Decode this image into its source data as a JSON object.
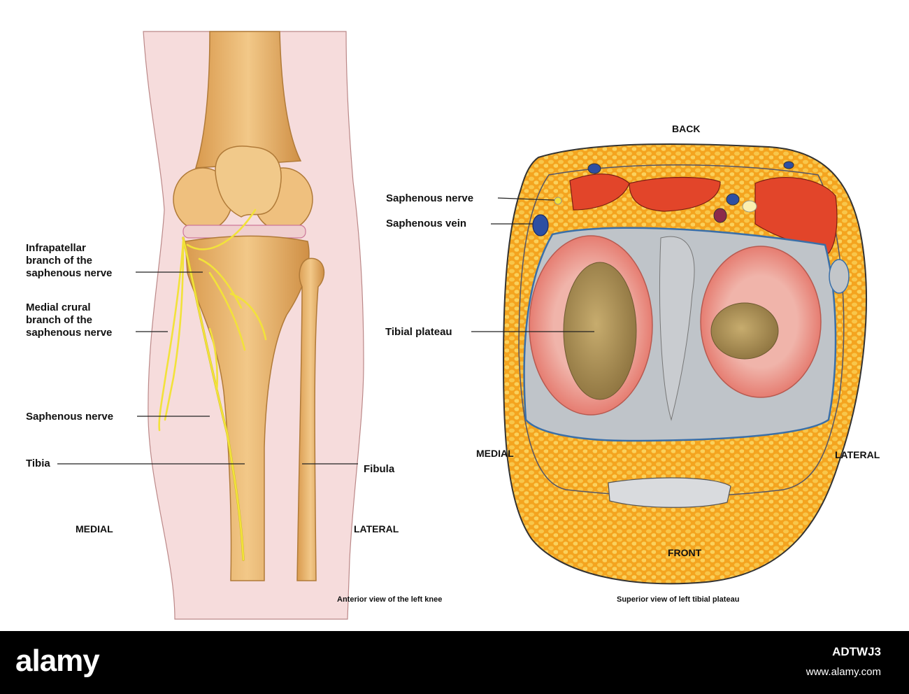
{
  "left_view": {
    "caption": "Anterior view of the left knee",
    "medial": "MEDIAL",
    "lateral": "LATERAL",
    "labels": {
      "infrapatellar_1": "Infrapatellar",
      "infrapatellar_2": "branch of the",
      "infrapatellar_3": "saphenous nerve",
      "medial_crural_1": "Medial crural",
      "medial_crural_2": "branch of the",
      "medial_crural_3": "saphenous nerve",
      "saphenous_nerve": "Saphenous nerve",
      "tibia": "Tibia",
      "fibula": "Fibula"
    }
  },
  "right_view": {
    "caption": "Superior view of left tibial plateau",
    "back": "BACK",
    "front": "FRONT",
    "medial": "MEDIAL",
    "lateral": "LATERAL",
    "labels": {
      "saphenous_nerve": "Saphenous nerve",
      "saphenous_vein": "Saphenous vein",
      "tibial_plateau": "Tibial plateau"
    }
  },
  "footer": {
    "logo": "alamy",
    "image_id": "ADTWJ3",
    "site": "www.alamy.com"
  },
  "colors": {
    "skin": "#f6dcdc",
    "bone": "#e8b872",
    "nerve": "#f2e23a",
    "fat": "#f5b326",
    "muscle": "#e2452a",
    "meniscus": "#e9837a",
    "cartilage": "#a98e55"
  }
}
